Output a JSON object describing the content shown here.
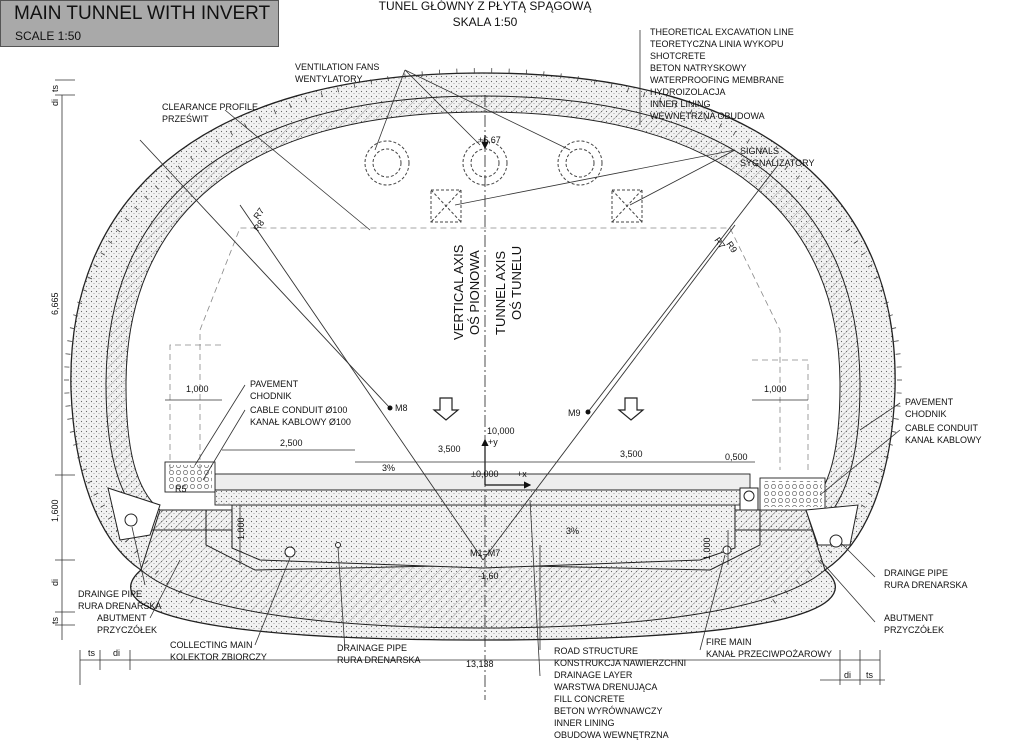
{
  "title": {
    "main": "MAIN TUNNEL WITH INVERT",
    "scale": "SCALE 1:50",
    "pl_line1": "TUNEL GŁÓWNY Z PŁYTĄ SPĄGOWĄ",
    "pl_line2": "SKALA 1:50"
  },
  "labels": {
    "excavation_en": "THEORETICAL EXCAVATION LINE",
    "excavation_pl": "TEORETYCZNA LINIA WYKOPU",
    "shotcrete_en": "SHOTCRETE",
    "shotcrete_pl": "BETON NATRYSKOWY",
    "waterproof_en": "WATERPROOFING MEMBRANE",
    "waterproof_pl": "HYDROIZOLACJA",
    "inner_lining_en": "INNER LINING",
    "inner_lining_pl": "WEWNĘTRZNA OBUDOWA",
    "fans_en": "VENTILATION FANS",
    "fans_pl": "WENTYLATORY",
    "clearance_en": "CLEARANCE PROFILE",
    "clearance_pl": "PRZEŚWIT",
    "signals_en": "SIGNALS",
    "signals_pl": "SYGNALIZATORY",
    "pavement_l_en": "PAVEMENT",
    "pavement_l_pl": "CHODNIK",
    "conduit_l_en": "CABLE CONDUIT Ø100",
    "conduit_l_pl": "KANAŁ KABLOWY Ø100",
    "pavement_r_en": "PAVEMENT",
    "pavement_r_pl": "CHODNIK",
    "conduit_r_en": "CABLE CONDUIT",
    "conduit_r_pl": "KANAŁ KABLOWY",
    "drain_l_en": "DRAINGE PIPE",
    "drain_l_pl": "RURA DRENARSKA",
    "abutment_l_en": "ABUTMENT",
    "abutment_l_pl": "PRZYCZÓŁEK",
    "collect_en": "COLLECTING MAIN",
    "collect_pl": "KOLEKTOR ZBIORCZY",
    "drainpipe_c_en": "DRAINAGE PIPE",
    "drainpipe_c_pl": "RURA DRENARSKA",
    "road_en": "ROAD STRUCTURE",
    "road_pl": "KONSTRUKCJA NAWIERZCHNI",
    "drainlayer_en": "DRAINAGE LAYER",
    "drainlayer_pl": "WARSTWA DRENUJĄCA",
    "fill_en": "FILL CONCRETE",
    "fill_pl": "BETON WYRÓWNAWCZY",
    "inner2_en": "INNER LINING",
    "inner2_pl": "OBUDOWA WEWNĘTRZNA",
    "fire_en": "FIRE MAIN",
    "fire_pl": "KANAŁ PRZECIWPOŻAROWY",
    "drain_r_en": "DRAINGE PIPE",
    "drain_r_pl": "RURA DRENARSKA",
    "abutment_r_en": "ABUTMENT",
    "abutment_r_pl": "PRZYCZÓŁEK",
    "vaxis_en": "VERTICAL AXIS",
    "vaxis_pl": "OŚ PIONOWA",
    "taxis_en": "TUNNEL AXIS",
    "taxis_pl": "OŚ TUNELU"
  },
  "dims": {
    "d1000_l": "1,000",
    "d1000_r": "1,000",
    "d2500": "2,500",
    "d3500_l": "3,500",
    "d3500_r": "3,500",
    "d0500": "0,500",
    "d10000": "10,000",
    "d0000": "±0,000",
    "d6665": "6,665",
    "d1600": "1,600",
    "d13138": "13,138",
    "d1000_v_l": "1,000",
    "d1000_v_r": "1,000",
    "ts_tl": "ts",
    "di_tl": "di",
    "di_bl": "di",
    "ts_bl": "ts",
    "ts_bot": "ts",
    "di_bot": "di",
    "di_bot_r": "di",
    "ts_bot_r": "ts",
    "slope_l": "3%",
    "slope_r": "3%",
    "plus_y": "+y",
    "plus_x": "+x",
    "crown_mark": "+6,67",
    "low_mark": "-1,60"
  },
  "points": {
    "m8": "M8",
    "m9": "M9",
    "m1m7": "M1=M7",
    "r7_l": "R7",
    "r8_l": "R8",
    "r7_r": "R7",
    "r9_r": "R9",
    "r5": "R5"
  }
}
